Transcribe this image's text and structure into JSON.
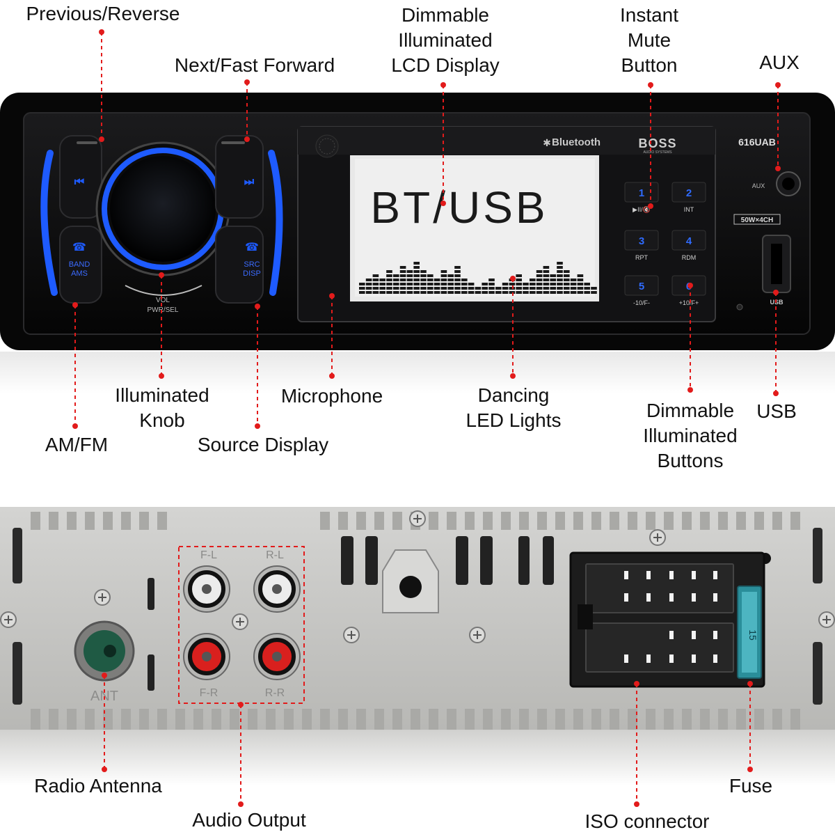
{
  "front_labels": {
    "previous_reverse": "Previous/Reverse",
    "next_fast_forward": "Next/Fast Forward",
    "lcd_display": [
      "Dimmable",
      "Illuminated",
      "LCD Display"
    ],
    "instant_mute": [
      "Instant",
      "Mute",
      "Button"
    ],
    "aux": "AUX",
    "illuminated_knob": [
      "Illuminated",
      "Knob"
    ],
    "microphone": "Microphone",
    "dancing_led": [
      "Dancing",
      "LED Lights"
    ],
    "illuminated_buttons": [
      "Dimmable",
      "Illuminated",
      "Buttons"
    ],
    "usb": "USB",
    "am_fm": "AM/FM",
    "source_display": "Source Display"
  },
  "back_labels": {
    "radio_antenna": "Radio Antenna",
    "audio_output": "Audio Output",
    "iso_connector": "ISO connector",
    "fuse": "Fuse"
  },
  "device": {
    "bluetooth": "Bluetooth",
    "brand": "BOSS",
    "brand_sub": "AUDIO SYSTEMS",
    "model": "616UAB",
    "lcd_text": "BT/USB",
    "band_label": [
      "BAND",
      "AMS"
    ],
    "src_label": [
      "SRC",
      "DISP"
    ],
    "knob_label": [
      "VOL",
      "PWR/SEL"
    ],
    "aux_port": "AUX",
    "usb_port": "USB",
    "power_badge": "50W×4CH",
    "presets": [
      {
        "num": "1",
        "label": "▶II/🔇"
      },
      {
        "num": "2",
        "label": "INT"
      },
      {
        "num": "3",
        "label": "RPT"
      },
      {
        "num": "4",
        "label": "RDM"
      },
      {
        "num": "5",
        "label": "-10/F-"
      },
      {
        "num": "6",
        "label": "+10/F+"
      }
    ],
    "eq_levels": [
      3,
      4,
      5,
      4,
      6,
      5,
      7,
      6,
      8,
      6,
      5,
      4,
      6,
      5,
      7,
      4,
      3,
      2,
      3,
      4,
      2,
      3,
      4,
      5,
      3,
      4,
      6,
      7,
      5,
      8,
      6,
      4,
      5,
      3,
      2
    ]
  },
  "rear": {
    "rca_labels": [
      "F-L",
      "R-L",
      "F-R",
      "R-R"
    ],
    "antenna_label": "ANT",
    "fuse_text": "15"
  },
  "colors": {
    "accent_blue": "#1e5bff",
    "callout_red": "#e21b1b",
    "panel_black": "#0c0c0d",
    "chassis_grey": "#c6c6c4"
  }
}
